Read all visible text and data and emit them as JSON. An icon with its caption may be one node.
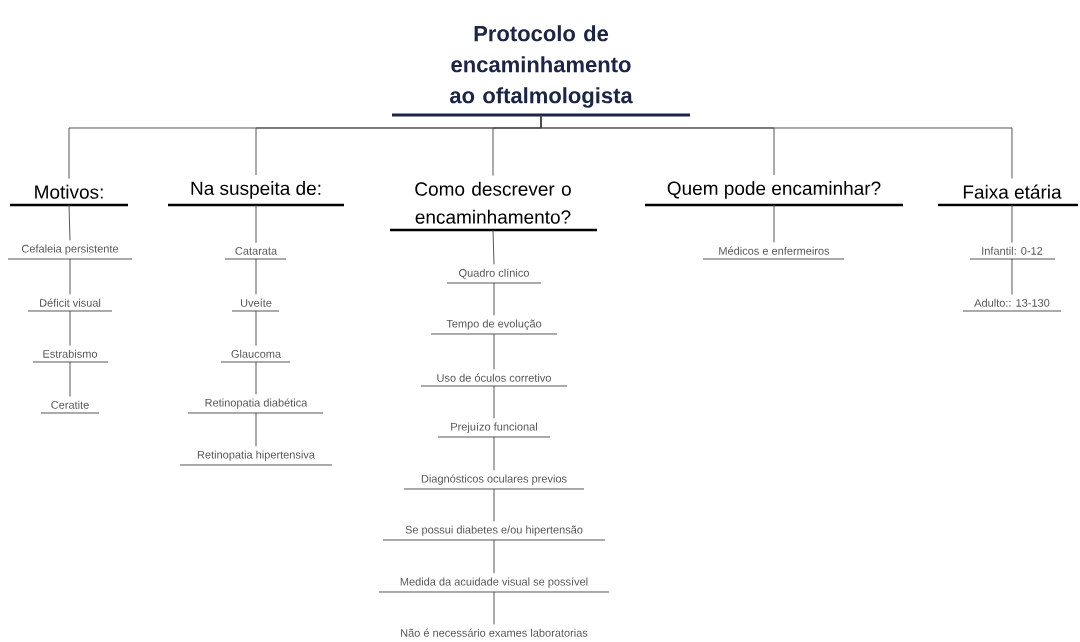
{
  "diagram": {
    "nodes": [
      {
        "text": [
          "Protocolo de encaminhamento ao oftalmologista"
        ]
      },
      {
        "text": [
          "Motivos:"
        ]
      },
      {
        "text": [
          "Cefaleia persistente"
        ]
      },
      {
        "text": [
          "Déficit visual"
        ]
      },
      {
        "text": [
          "Estrabismo"
        ]
      },
      {
        "text": [
          "Ceratite"
        ]
      },
      {
        "text": [
          "Na suspeita de:"
        ]
      },
      {
        "text": [
          "Catarata"
        ]
      },
      {
        "text": [
          "Uveíte"
        ]
      },
      {
        "text": [
          "Glaucoma"
        ]
      },
      {
        "text": [
          "Retinopatia diabética"
        ]
      },
      {
        "text": [
          "Retinopatia hipertensiva"
        ]
      },
      {
        "text": [
          "Como descrever o encaminhamento?"
        ]
      },
      {
        "text": [
          "Quadro clínico"
        ]
      },
      {
        "text": [
          "Tempo de evolução"
        ]
      },
      {
        "text": [
          "Uso de óculos corretivo"
        ]
      },
      {
        "text": [
          "Prejuízo funcional"
        ]
      },
      {
        "text": [
          "Diagnósticos oculares previos"
        ]
      },
      {
        "text": [
          "Se possui diabetes e/ou hipertensão"
        ]
      },
      {
        "text": [
          "Medida da acuidade visual se possível"
        ]
      },
      {
        "text": [
          "Não é necessário exames laboratorias"
        ]
      },
      {
        "text": [
          "Quem pode encaminhar?"
        ]
      },
      {
        "text": [
          "Médicos e enfermeiros"
        ]
      },
      {
        "text": [
          "Faixa etária"
        ]
      },
      {
        "text": [
          "Infantil: 0-12"
        ]
      },
      {
        "text": [
          "Adulto:: 13-130"
        ]
      }
    ],
    "edges": [
      {
        "from": 0,
        "to": 1,
        "arrow": "none"
      },
      {
        "from": 0,
        "to": 6,
        "arrow": "none"
      },
      {
        "from": 0,
        "to": 12,
        "arrow": "none"
      },
      {
        "from": 0,
        "to": 21,
        "arrow": "none"
      },
      {
        "from": 0,
        "to": 23,
        "arrow": "none"
      },
      {
        "from": 1,
        "to": 2,
        "arrow": "none"
      },
      {
        "from": 2,
        "to": 3,
        "arrow": "none"
      },
      {
        "from": 3,
        "to": 4,
        "arrow": "none"
      },
      {
        "from": 4,
        "to": 5,
        "arrow": "none"
      },
      {
        "from": 6,
        "to": 7,
        "arrow": "none"
      },
      {
        "from": 7,
        "to": 8,
        "arrow": "none"
      },
      {
        "from": 8,
        "to": 9,
        "arrow": "none"
      },
      {
        "from": 9,
        "to": 10,
        "arrow": "none"
      },
      {
        "from": 10,
        "to": 11,
        "arrow": "none"
      },
      {
        "from": 12,
        "to": 13,
        "arrow": "none"
      },
      {
        "from": 13,
        "to": 14,
        "arrow": "none"
      },
      {
        "from": 14,
        "to": 15,
        "arrow": "none"
      },
      {
        "from": 15,
        "to": 16,
        "arrow": "none"
      },
      {
        "from": 16,
        "to": 17,
        "arrow": "none"
      },
      {
        "from": 17,
        "to": 18,
        "arrow": "none"
      },
      {
        "from": 18,
        "to": 19,
        "arrow": "none"
      },
      {
        "from": 19,
        "to": 20,
        "arrow": "none"
      },
      {
        "from": 21,
        "to": 22,
        "arrow": "none"
      },
      {
        "from": 23,
        "to": 24,
        "arrow": "none"
      },
      {
        "from": 24,
        "to": 25,
        "arrow": "none"
      }
    ]
  }
}
